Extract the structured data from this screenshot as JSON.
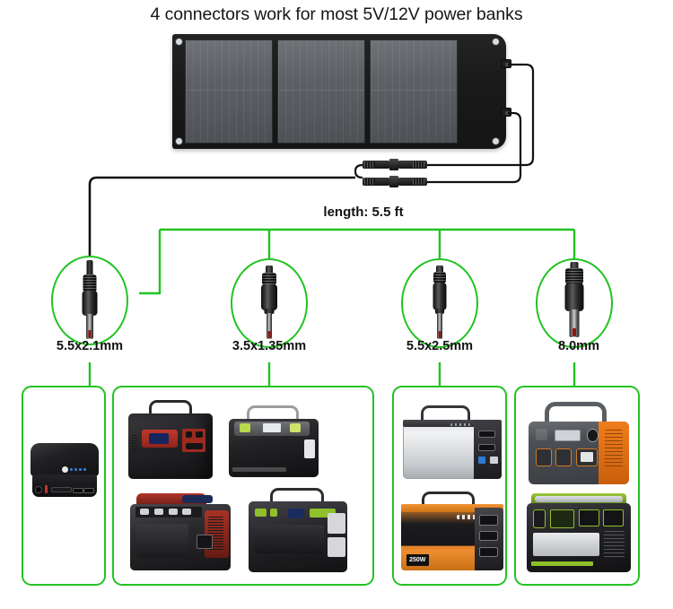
{
  "page": {
    "title": "4 connectors work for most 5V/12V power banks",
    "accent_green": "#22c322",
    "background": "#ffffff"
  },
  "solar_panel": {
    "name": "foldable-solar-panel",
    "segments": 3,
    "grommets": 4,
    "output_tabs": 2
  },
  "cable": {
    "length_label": "length: 5.5 ft",
    "mc4_connectors": 2
  },
  "connectors": [
    {
      "id": "conn-1",
      "label": "5.5x2.1mm",
      "plug_type": "dc-barrel-plug",
      "has_inline_cable": true
    },
    {
      "id": "conn-2",
      "label": "3.5x1.35mm",
      "plug_type": "dc-barrel-adapter",
      "has_inline_cable": false
    },
    {
      "id": "conn-3",
      "label": "5.5x2.5mm",
      "plug_type": "dc-barrel-adapter",
      "has_inline_cable": false
    },
    {
      "id": "conn-4",
      "label": "8.0mm",
      "plug_type": "dc-barrel-adapter-large",
      "has_inline_cable": false
    }
  ],
  "product_groups": [
    {
      "id": "group-1",
      "for_connector": "5.5x2.1mm",
      "devices": [
        {
          "name": "flat-power-bank",
          "style": "slim black power bank with blue LED indicators, DC jack and dual USB ports"
        }
      ]
    },
    {
      "id": "group-2",
      "for_connector": "3.5x1.35mm",
      "devices": [
        {
          "name": "portable-power-station-red-display",
          "style": "black case, red display panel, top handle"
        },
        {
          "name": "portable-power-station-green-panel",
          "style": "black case, silver handle, green indicator panel"
        },
        {
          "name": "portable-power-station-red-trim",
          "style": "black and red station with four USB ports"
        },
        {
          "name": "portable-power-station-green-trim",
          "style": "black station with green accents and AC outlet"
        }
      ]
    },
    {
      "id": "group-3",
      "for_connector": "5.5x2.5mm",
      "devices": [
        {
          "name": "portable-power-station-silver",
          "style": "silver and black station with top handle"
        },
        {
          "name": "portable-power-station-orange-250w",
          "style": "orange and black 250W station",
          "badge": "250W"
        }
      ]
    },
    {
      "id": "group-4",
      "for_connector": "8.0mm",
      "devices": [
        {
          "name": "portable-power-station-orange-gray",
          "style": "gray body with orange side vent and display"
        },
        {
          "name": "portable-power-station-green-black",
          "style": "black station with green top trim and outlet panel"
        }
      ]
    }
  ]
}
